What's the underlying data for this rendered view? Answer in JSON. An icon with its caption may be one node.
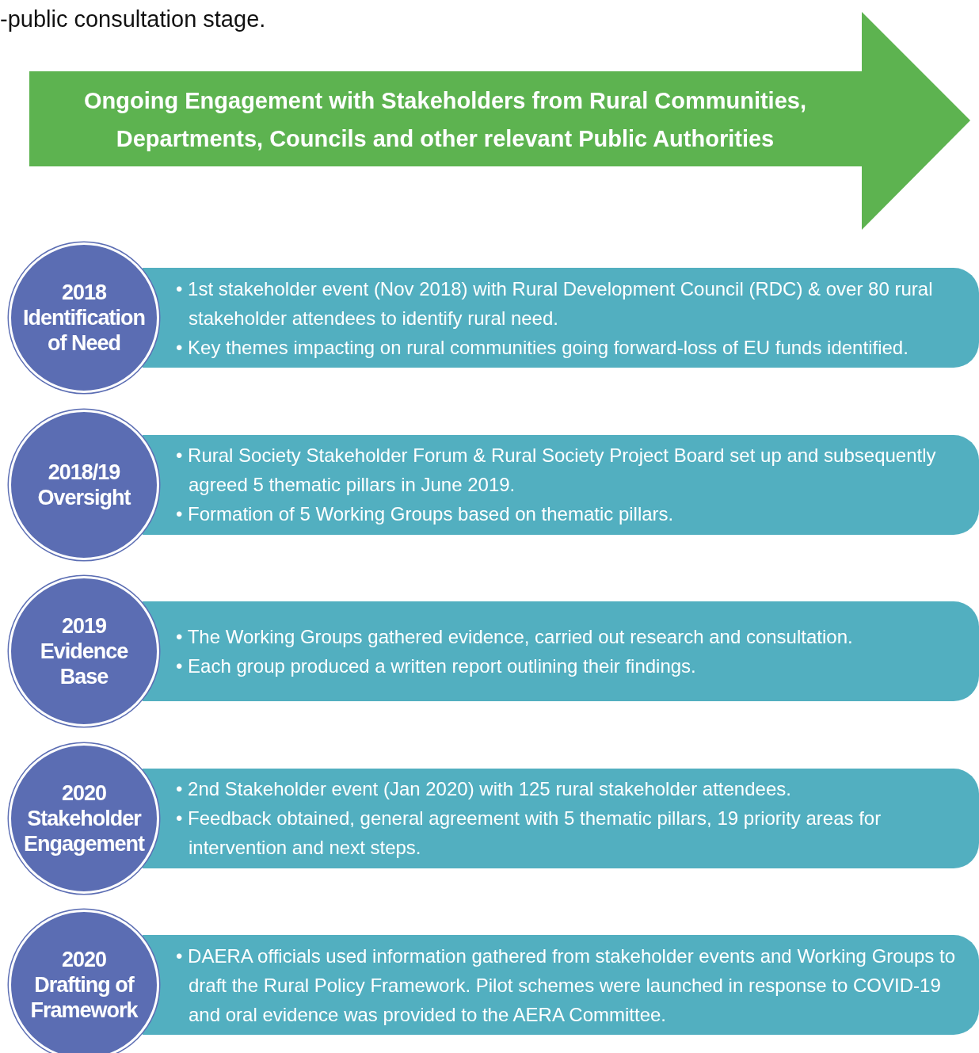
{
  "diagram": {
    "nodes": [
      {
        "text": [
          "Ongoing Engagement with Stakeholders from Rural Communities, Departments, Councils and other relevant Public Authorities"
        ]
      },
      {
        "text": [
          "2018",
          "Identification of Need"
        ]
      },
      {
        "text": [
          "• 1st stakeholder event (Nov 2018) with Rural Development Council (RDC) & over 80 rural stakeholder attendees to identify rural need.",
          "• Key themes impacting on rural communities going forward-loss of EU funds identified."
        ]
      },
      {
        "text": [
          "2018/19",
          "Oversight"
        ]
      },
      {
        "text": [
          "• Rural Society Stakeholder Forum & Rural Society Project Board set up and subsequently agreed 5 thematic pillars in June 2019.",
          "• Formation of 5 Working Groups based on thematic pillars."
        ]
      },
      {
        "text": [
          "2019",
          "Evidence Base"
        ]
      },
      {
        "text": [
          "• The Working Groups gathered evidence, carried out research and consultation.",
          "• Each group produced a written report outlining their findings."
        ]
      },
      {
        "text": [
          "2020",
          "Stakeholder Engagement"
        ]
      },
      {
        "text": [
          "• 2nd Stakeholder event (Jan 2020) with 125 rural stakeholder attendees.",
          "• Feedback obtained, general agreement with 5 thematic pillars, 19 priority areas for intervention and next steps."
        ]
      },
      {
        "text": [
          "2020",
          "Drafting of Framework"
        ]
      },
      {
        "text": [
          "• DAERA officials used information gathered from stakeholder events and Working Groups to draft the Rural Policy Framework. Pilot schemes were launched in response to COVID-19 and oral evidence was provided to the AERA Committee."
        ]
      }
    ],
    "labels": [
      "-public consultation stage."
    ]
  }
}
